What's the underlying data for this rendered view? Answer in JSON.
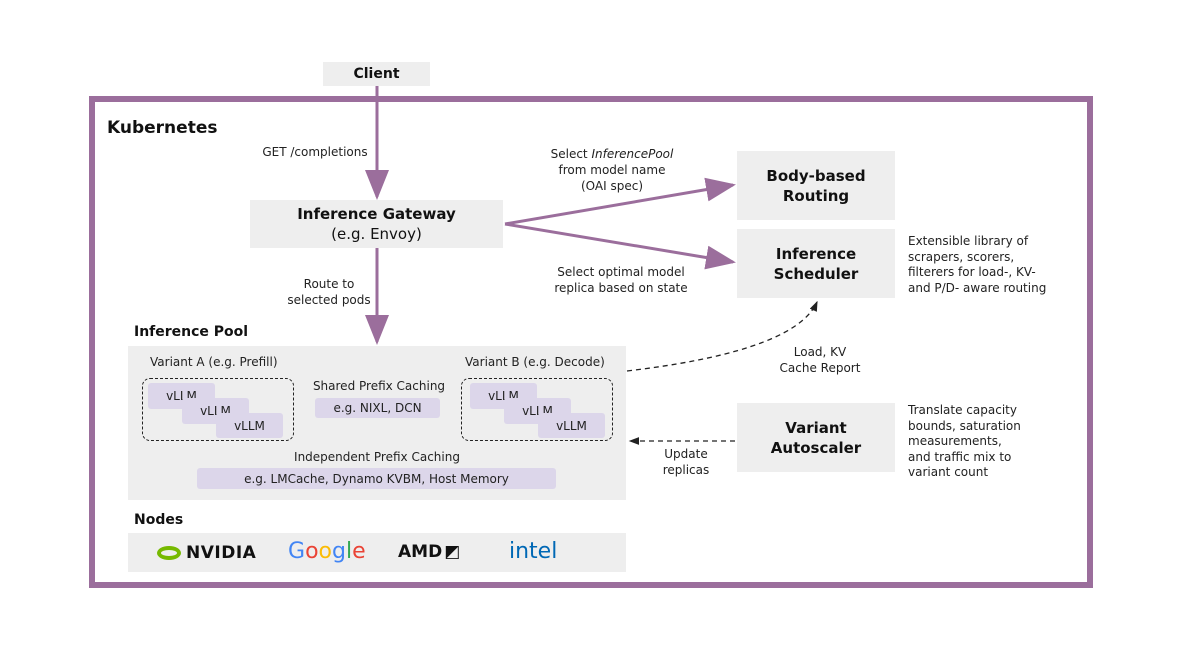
{
  "client": "Client",
  "kubernetes": "Kubernetes",
  "get_completions": "GET /completions",
  "gateway": {
    "title": "Inference Gateway",
    "subtitle": "(e.g. Envoy)"
  },
  "route_label": [
    "Route to",
    "selected pods"
  ],
  "select_pool_label": {
    "prefix": "Select ",
    "italic": "InferencePool",
    "line2": "from model name",
    "line3": "(OAI spec)"
  },
  "select_replica_label": [
    "Select optimal model",
    "replica based on state"
  ],
  "body_routing": [
    "Body-based",
    "Routing"
  ],
  "scheduler": [
    "Inference",
    "Scheduler"
  ],
  "scheduler_desc": [
    "Extensible library of",
    "scrapers, scorers,",
    "filterers for load-, KV-",
    "and P/D- aware routing"
  ],
  "load_report": [
    "Load, KV",
    "Cache Report"
  ],
  "autoscaler": [
    "Variant",
    "Autoscaler"
  ],
  "autoscaler_desc": [
    "Translate capacity",
    "bounds, saturation",
    "measurements,",
    "and traffic mix to",
    "variant count"
  ],
  "update_replicas": [
    "Update",
    "replicas"
  ],
  "pool": {
    "title": "Inference Pool",
    "variant_a": "Variant A (e.g. Prefill)",
    "variant_b": "Variant B (e.g. Decode)",
    "vllm": "vLLM",
    "shared_caching": "Shared Prefix Caching",
    "shared_example": "e.g. NIXL, DCN",
    "independent_caching": "Independent Prefix Caching",
    "independent_example": "e.g. LMCache, Dynamo KVBM, Host Memory"
  },
  "nodes": {
    "title": "Nodes",
    "vendors": [
      "NVIDIA",
      "Google",
      "AMD",
      "intel"
    ]
  },
  "colors": {
    "frame": "#9b6e9c",
    "box": "#eeeeee",
    "lavender": "#dcd6ea",
    "nvidia": "#76b900",
    "intel": "#0068b5"
  }
}
